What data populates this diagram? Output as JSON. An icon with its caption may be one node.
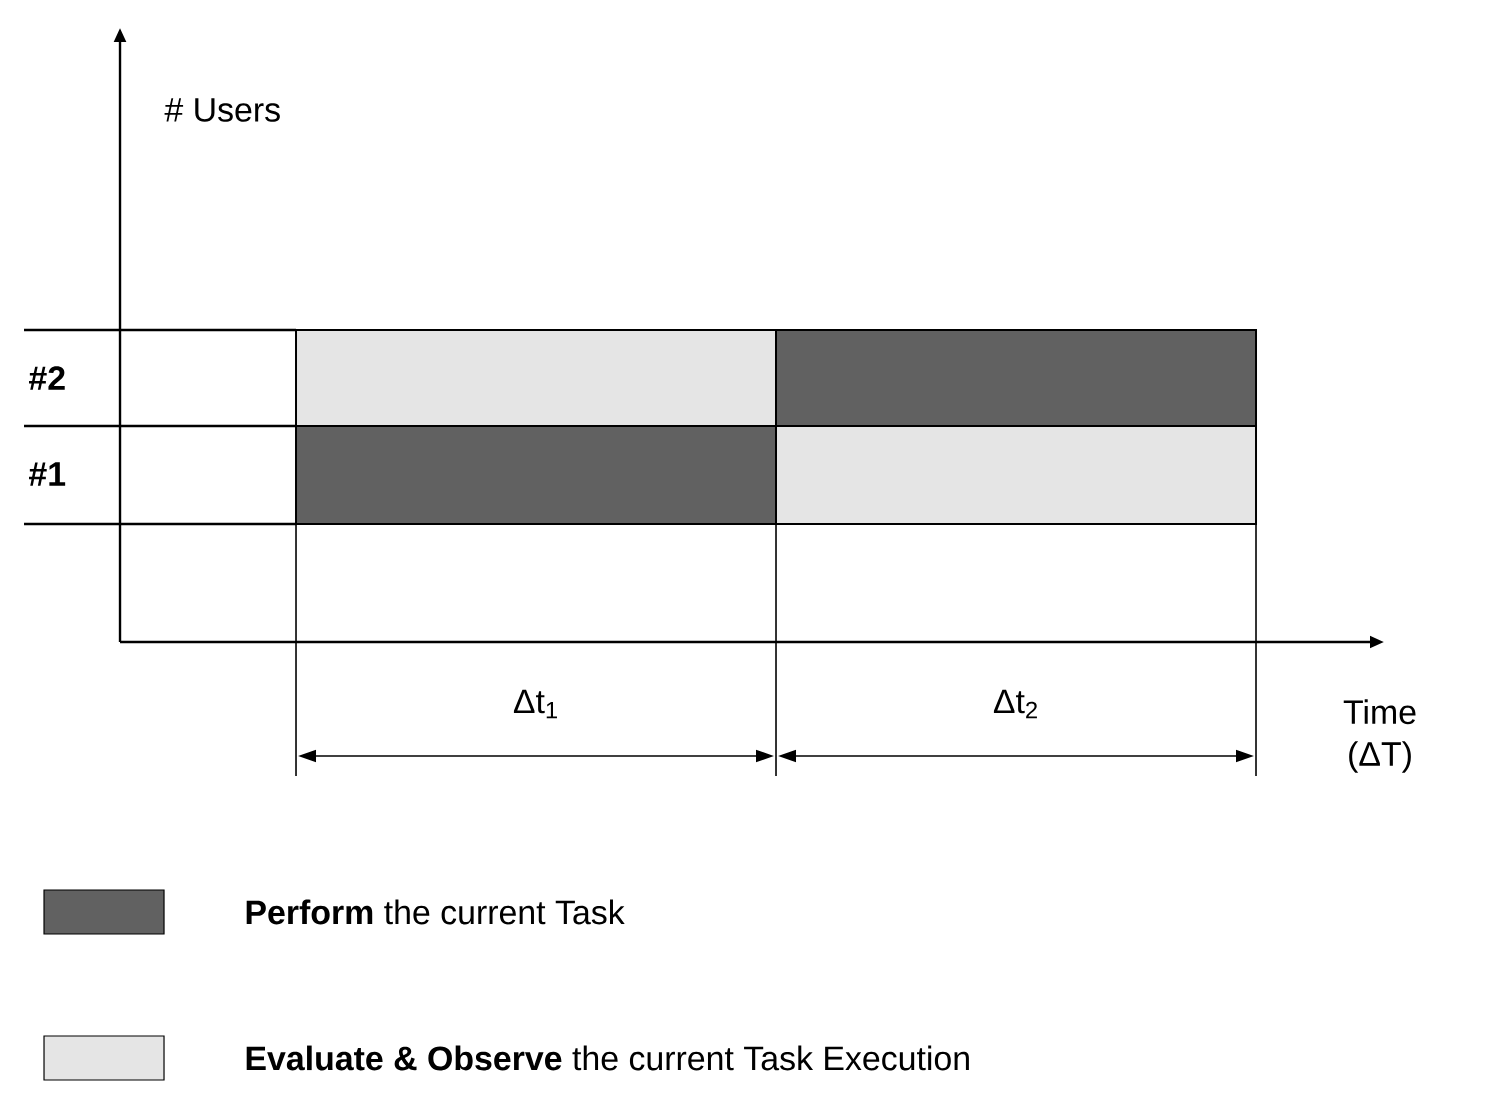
{
  "diagram": {
    "nodes": [
      {
        "text": [],
        "shape": "bar"
      },
      {
        "text": [],
        "shape": "bar"
      },
      {
        "text": [],
        "shape": "bar"
      },
      {
        "text": [],
        "shape": "bar"
      }
    ],
    "labels": [
      "# Users",
      "#2",
      "#1",
      "Δt$_{1}$",
      "Δt$_{2}$",
      "Time (ΔT)"
    ],
    "legend": [
      {
        "text": "**Perform** the current Task"
      },
      {
        "text": "**Evaluate & Observe** the current Task Execution"
      }
    ]
  }
}
